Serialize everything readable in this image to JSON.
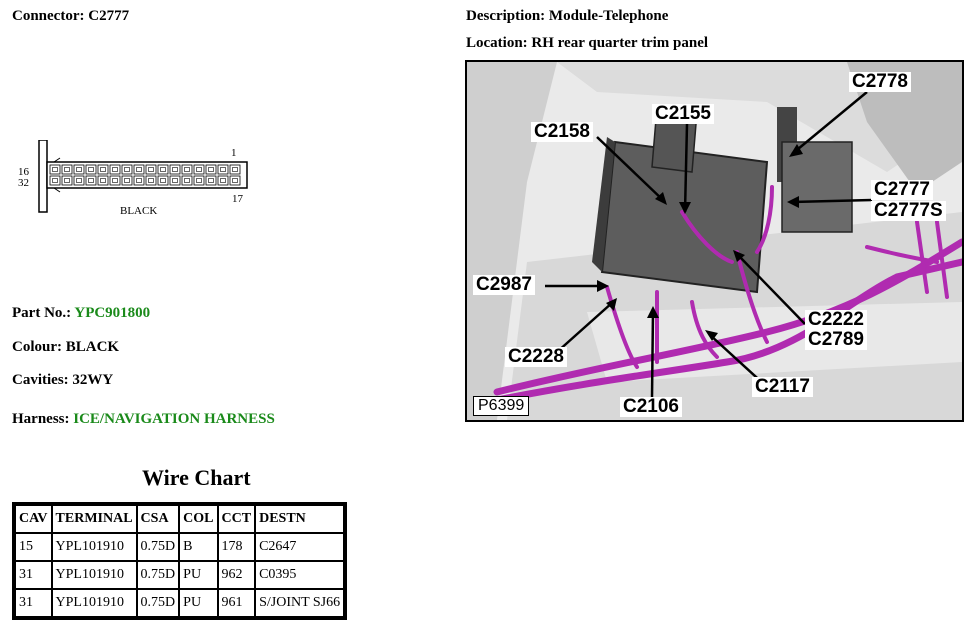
{
  "connector": {
    "label": "Connector:",
    "value": "C2777"
  },
  "description": {
    "label": "Description:",
    "value": "Module-Telephone"
  },
  "location": {
    "label": "Location:",
    "value": "RH rear quarter trim panel"
  },
  "drawing": {
    "pin_1": "1",
    "pin_16": "16",
    "pin_17": "17",
    "pin_32": "32",
    "color_label": "BLACK"
  },
  "part_no": {
    "label": "Part No.:",
    "value": "YPC901800"
  },
  "colour": {
    "label": "Colour:",
    "value": "BLACK"
  },
  "cavities": {
    "label": "Cavities:",
    "value": "32WY"
  },
  "harness": {
    "label": "Harness:",
    "value": "ICE/NAVIGATION HARNESS"
  },
  "photo": {
    "id": "P6399",
    "callouts": [
      "C2778",
      "C2155",
      "C2158",
      "C2777",
      "C2777S",
      "C2987",
      "C2222",
      "C2789",
      "C2228",
      "C2117",
      "C2106"
    ]
  },
  "wire_chart": {
    "title": "Wire Chart",
    "headers": [
      "CAV",
      "TERMINAL",
      "CSA",
      "COL",
      "CCT",
      "DESTN"
    ],
    "rows": [
      [
        "15",
        "YPL101910",
        "0.75D",
        "B",
        "178",
        "C2647"
      ],
      [
        "31",
        "YPL101910",
        "0.75D",
        "PU",
        "962",
        "C0395"
      ],
      [
        "31",
        "YPL101910",
        "0.75D",
        "PU",
        "961",
        "S/JOINT SJ66"
      ]
    ]
  },
  "colors": {
    "green_text": "#1a8a1a",
    "harness_wire": "#b02bb0"
  }
}
